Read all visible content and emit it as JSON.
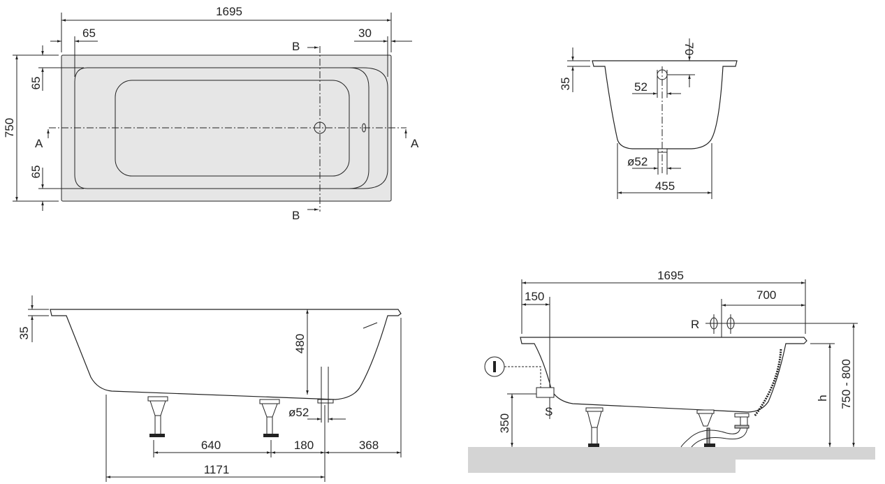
{
  "top_view": {
    "length": "1695",
    "left_margin": "65",
    "right_margin": "30",
    "width": "750",
    "side_margin_top": "65",
    "side_margin_bottom": "65",
    "section_a": "A",
    "section_b": "B"
  },
  "cross_section": {
    "overflow_height": "70",
    "rim_height": "35",
    "overflow_diameter": "52",
    "drain_diameter": "ø52",
    "bottom_width": "455"
  },
  "side_view": {
    "rim_height": "35",
    "depth": "480",
    "drain_diameter": "ø52",
    "leg_spacing": "640",
    "drain_offset": "180",
    "end_offset": "368",
    "leg_span": "1171"
  },
  "installation_view": {
    "length": "1695",
    "overflow_offset": "150",
    "tap_offset": "700",
    "tap_label": "R",
    "siphon_label": "S",
    "info_symbol": "I",
    "siphon_height": "350",
    "rim_height_label": "h",
    "tap_height": "750 - 800"
  },
  "colors": {
    "fill": "#e6e6e6",
    "floor": "#d4d4d4",
    "line": "#222222"
  }
}
